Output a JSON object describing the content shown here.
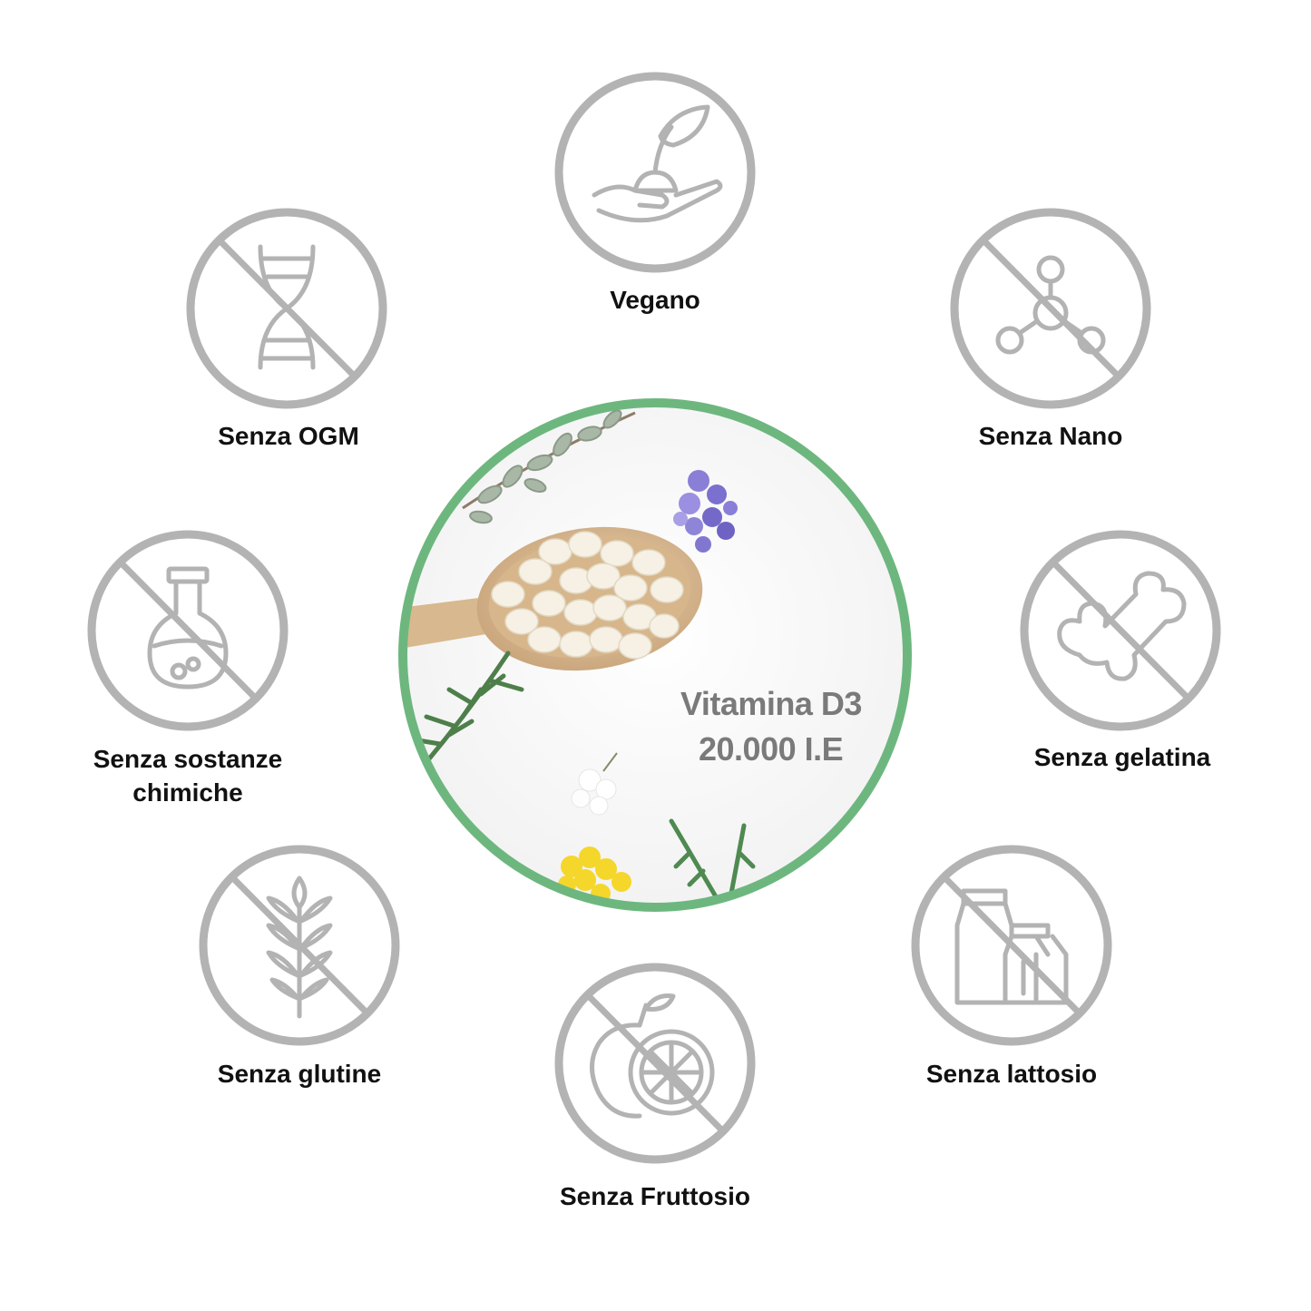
{
  "colors": {
    "icon_gray": "#b3b3b3",
    "ring_green": "#6db77f",
    "label_black": "#111111",
    "center_text_gray": "#7a7a7a",
    "background": "#ffffff"
  },
  "center": {
    "line1": "Vitamina D3",
    "line2": "20.000 I.E",
    "image": "vitamin-tablets-on-wooden-spoon-with-herbs-and-flowers"
  },
  "badges": {
    "vegano": {
      "label": "Vegano",
      "icon": "plant-in-hand-icon"
    },
    "ogm": {
      "label": "Senza OGM",
      "icon": "dna-icon"
    },
    "nano": {
      "label": "Senza Nano",
      "icon": "molecule-icon"
    },
    "chimiche": {
      "line1": "Senza sostanze",
      "line2": "chimiche",
      "icon": "flask-icon"
    },
    "gelatina": {
      "label": "Senza gelatina",
      "icon": "bone-icon"
    },
    "glutine": {
      "label": "Senza glutine",
      "icon": "wheat-icon"
    },
    "lattosio": {
      "label": "Senza lattosio",
      "icon": "milk-carton-icon"
    },
    "fruttosio": {
      "label": "Senza Fruttosio",
      "icon": "fruit-icon"
    }
  }
}
